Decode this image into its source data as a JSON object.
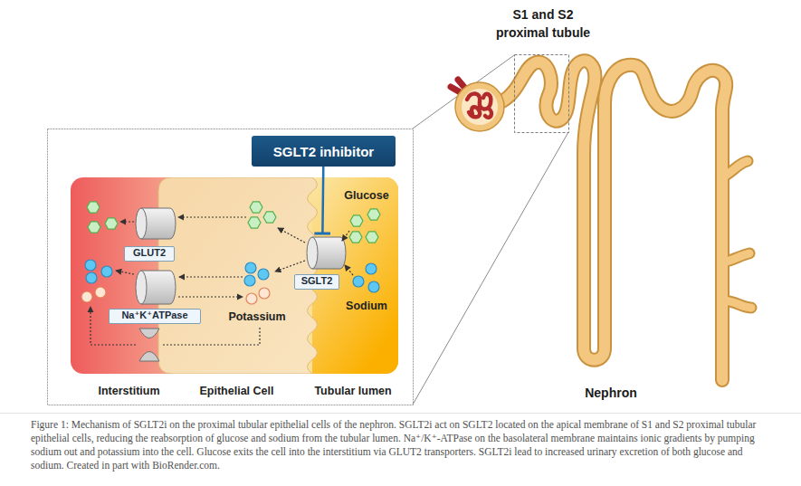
{
  "diagram": {
    "caption": "Figure 1: Mechanism of SGLT2i on the proximal tubular epithelial cells of the nephron. SGLT2i act on SGLT2 located on the apical membrane of S1 and S2 proximal tubular epithelial cells, reducing the reabsorption of glucose and sodium from the tubular lumen. Na⁺/K⁺-ATPase on the basolateral membrane maintains ionic gradients by pumping sodium out and potassium into the cell. Glucose exits the cell into the interstitium via GLUT2 transporters. SGLT2i lead to increased urinary excretion of both glucose and sodium. Created in part with BioRender.com.",
    "nodes": [
      {
        "text": [
          "SGLT2 inhibitor"
        ]
      },
      {
        "text": [
          "Interstitium"
        ]
      },
      {
        "text": [
          "Epithelial Cell"
        ]
      },
      {
        "text": [
          "Tubular lumen"
        ]
      },
      {
        "text": [
          "GLUT2"
        ]
      },
      {
        "text": [
          "Na⁺K⁺ATPase"
        ]
      },
      {
        "text": [
          "SGLT2"
        ]
      }
    ],
    "edges": [
      {
        "from": 0,
        "to": 6,
        "arrow": "to"
      }
    ],
    "labels": [
      "S1 and S2 proximal tubule",
      "Glucose",
      "Potassium",
      "Sodium",
      "Nephron"
    ]
  }
}
